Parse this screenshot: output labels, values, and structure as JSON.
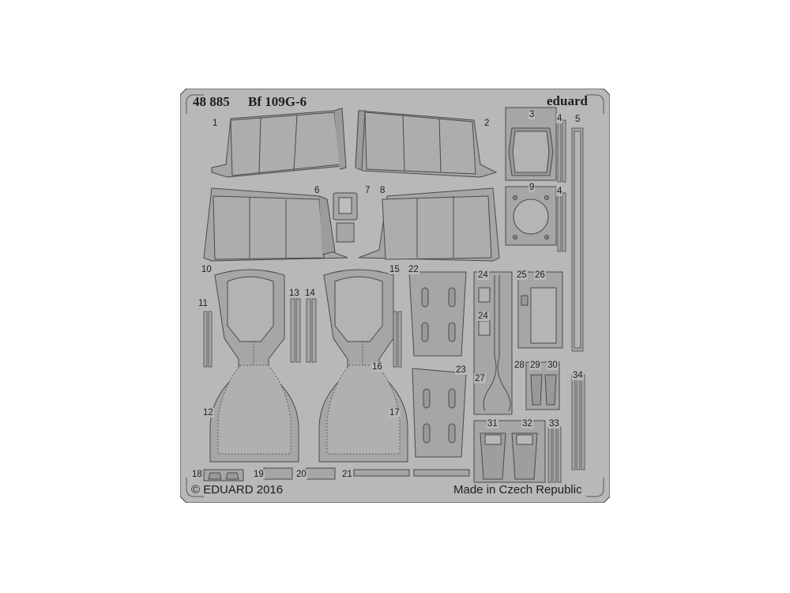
{
  "sheet": {
    "product_code": "48 885",
    "model": "Bf 109G-6",
    "brand": "eduard",
    "copyright": "© EDUARD 2016",
    "origin": "Made in Czech Republic",
    "colors": {
      "frame": "#b8b8b8",
      "part": "#a6a6a6",
      "panel": "#acacac",
      "line": "#4a4a4a",
      "text": "#1e1e1e"
    }
  },
  "part_numbers": [
    {
      "id": "p1",
      "label": "1"
    },
    {
      "id": "p2",
      "label": "2"
    },
    {
      "id": "p3",
      "label": "3"
    },
    {
      "id": "p4a",
      "label": "4"
    },
    {
      "id": "p5",
      "label": "5"
    },
    {
      "id": "p6",
      "label": "6"
    },
    {
      "id": "p7",
      "label": "7"
    },
    {
      "id": "p8",
      "label": "8"
    },
    {
      "id": "p9",
      "label": "9"
    },
    {
      "id": "p4b",
      "label": "4"
    },
    {
      "id": "p10",
      "label": "10"
    },
    {
      "id": "p11",
      "label": "11"
    },
    {
      "id": "p12",
      "label": "12"
    },
    {
      "id": "p13",
      "label": "13"
    },
    {
      "id": "p14",
      "label": "14"
    },
    {
      "id": "p15",
      "label": "15"
    },
    {
      "id": "p16",
      "label": "16"
    },
    {
      "id": "p17",
      "label": "17"
    },
    {
      "id": "p18",
      "label": "18"
    },
    {
      "id": "p19",
      "label": "19"
    },
    {
      "id": "p20",
      "label": "20"
    },
    {
      "id": "p21",
      "label": "21"
    },
    {
      "id": "p22",
      "label": "22"
    },
    {
      "id": "p23",
      "label": "23"
    },
    {
      "id": "p24a",
      "label": "24"
    },
    {
      "id": "p24b",
      "label": "24"
    },
    {
      "id": "p25",
      "label": "25"
    },
    {
      "id": "p26",
      "label": "26"
    },
    {
      "id": "p27",
      "label": "27"
    },
    {
      "id": "p28",
      "label": "28"
    },
    {
      "id": "p29",
      "label": "29"
    },
    {
      "id": "p30",
      "label": "30"
    },
    {
      "id": "p31",
      "label": "31"
    },
    {
      "id": "p32",
      "label": "32"
    },
    {
      "id": "p33",
      "label": "33"
    },
    {
      "id": "p34",
      "label": "34"
    }
  ]
}
